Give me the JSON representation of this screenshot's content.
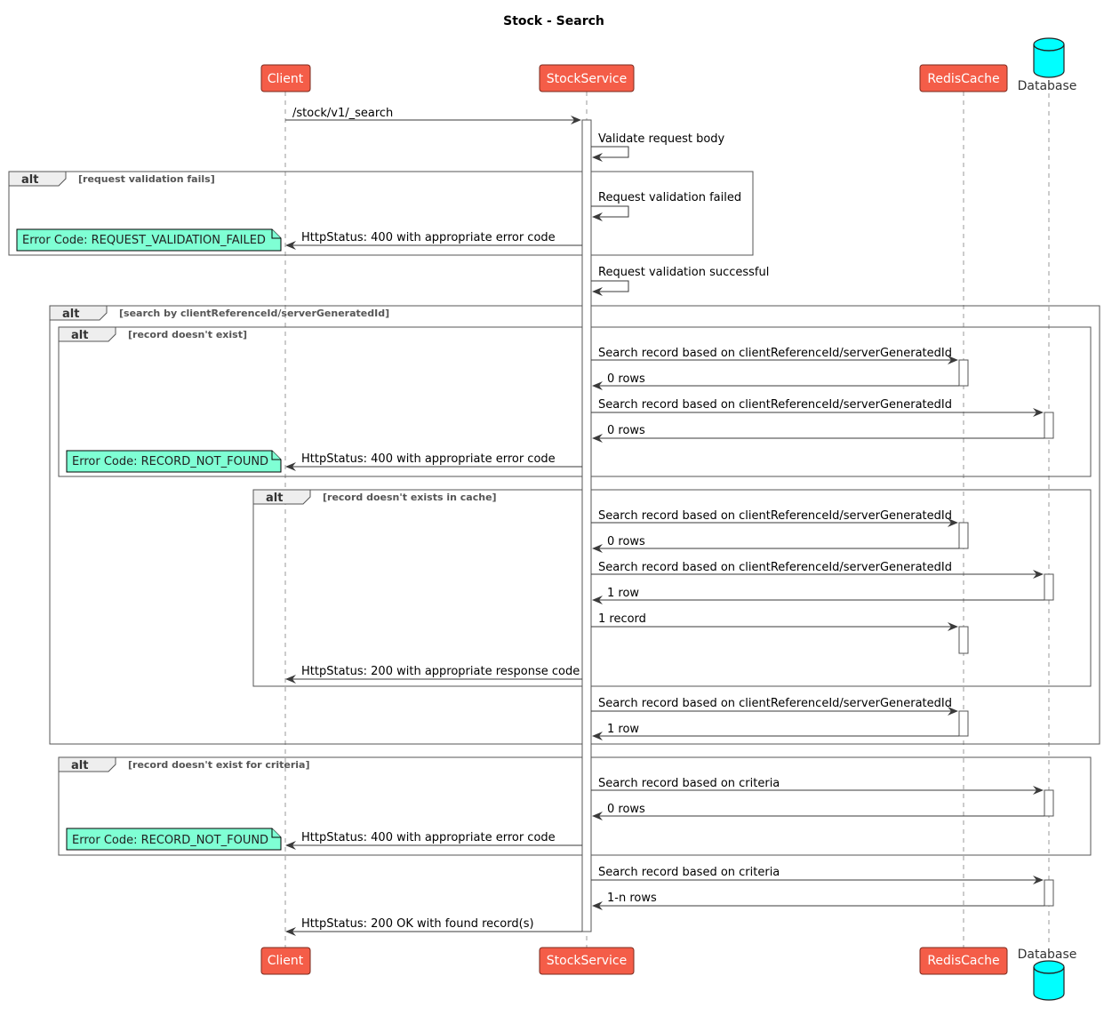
{
  "title": "Stock - Search",
  "participants": {
    "client": "Client",
    "service": "StockService",
    "cache": "RedisCache",
    "db": "Database"
  },
  "colors": {
    "participant_fill": "#f45d48",
    "database_fill": "#00ffff",
    "note_fill": "#7fffd4",
    "tab_fill": "#eeeeee"
  },
  "alt_keyword": "alt",
  "guards": {
    "g1": "[request validation fails]",
    "g2": "[search by clientReferenceId/serverGeneratedId]",
    "g3": "[record doesn't exist]",
    "g4": "[record doesn't exists in cache]",
    "g5": "[record doesn't exist for criteria]"
  },
  "notes": {
    "n1": "Error Code: REQUEST_VALIDATION_FAILED",
    "n2": "Error Code: RECORD_NOT_FOUND",
    "n3": "Error Code: RECORD_NOT_FOUND"
  },
  "messages": {
    "m1": "/stock/v1/_search",
    "m2": "Validate request body",
    "m3": "Request validation failed",
    "m4": "HttpStatus: 400 with appropriate error code",
    "m5": "Request validation successful",
    "m6": "Search record based on clientReferenceId/serverGeneratedId",
    "m7": "0 rows",
    "m8": "Search record based on clientReferenceId/serverGeneratedId",
    "m9": "0 rows",
    "m10": "HttpStatus: 400 with appropriate error code",
    "m11": "Search record based on clientReferenceId/serverGeneratedId",
    "m12": "0 rows",
    "m13": "Search record based on clientReferenceId/serverGeneratedId",
    "m14": "1 row",
    "m15": "1 record",
    "m16": "HttpStatus: 200 with appropriate response code",
    "m17": "Search record based on clientReferenceId/serverGeneratedId",
    "m18": "1 row",
    "m19": "Search record based on criteria",
    "m20": "0 rows",
    "m21": "HttpStatus: 400 with appropriate error code",
    "m22": "Search record based on criteria",
    "m23": "1-n rows",
    "m24": "HttpStatus: 200 OK with found record(s)"
  }
}
